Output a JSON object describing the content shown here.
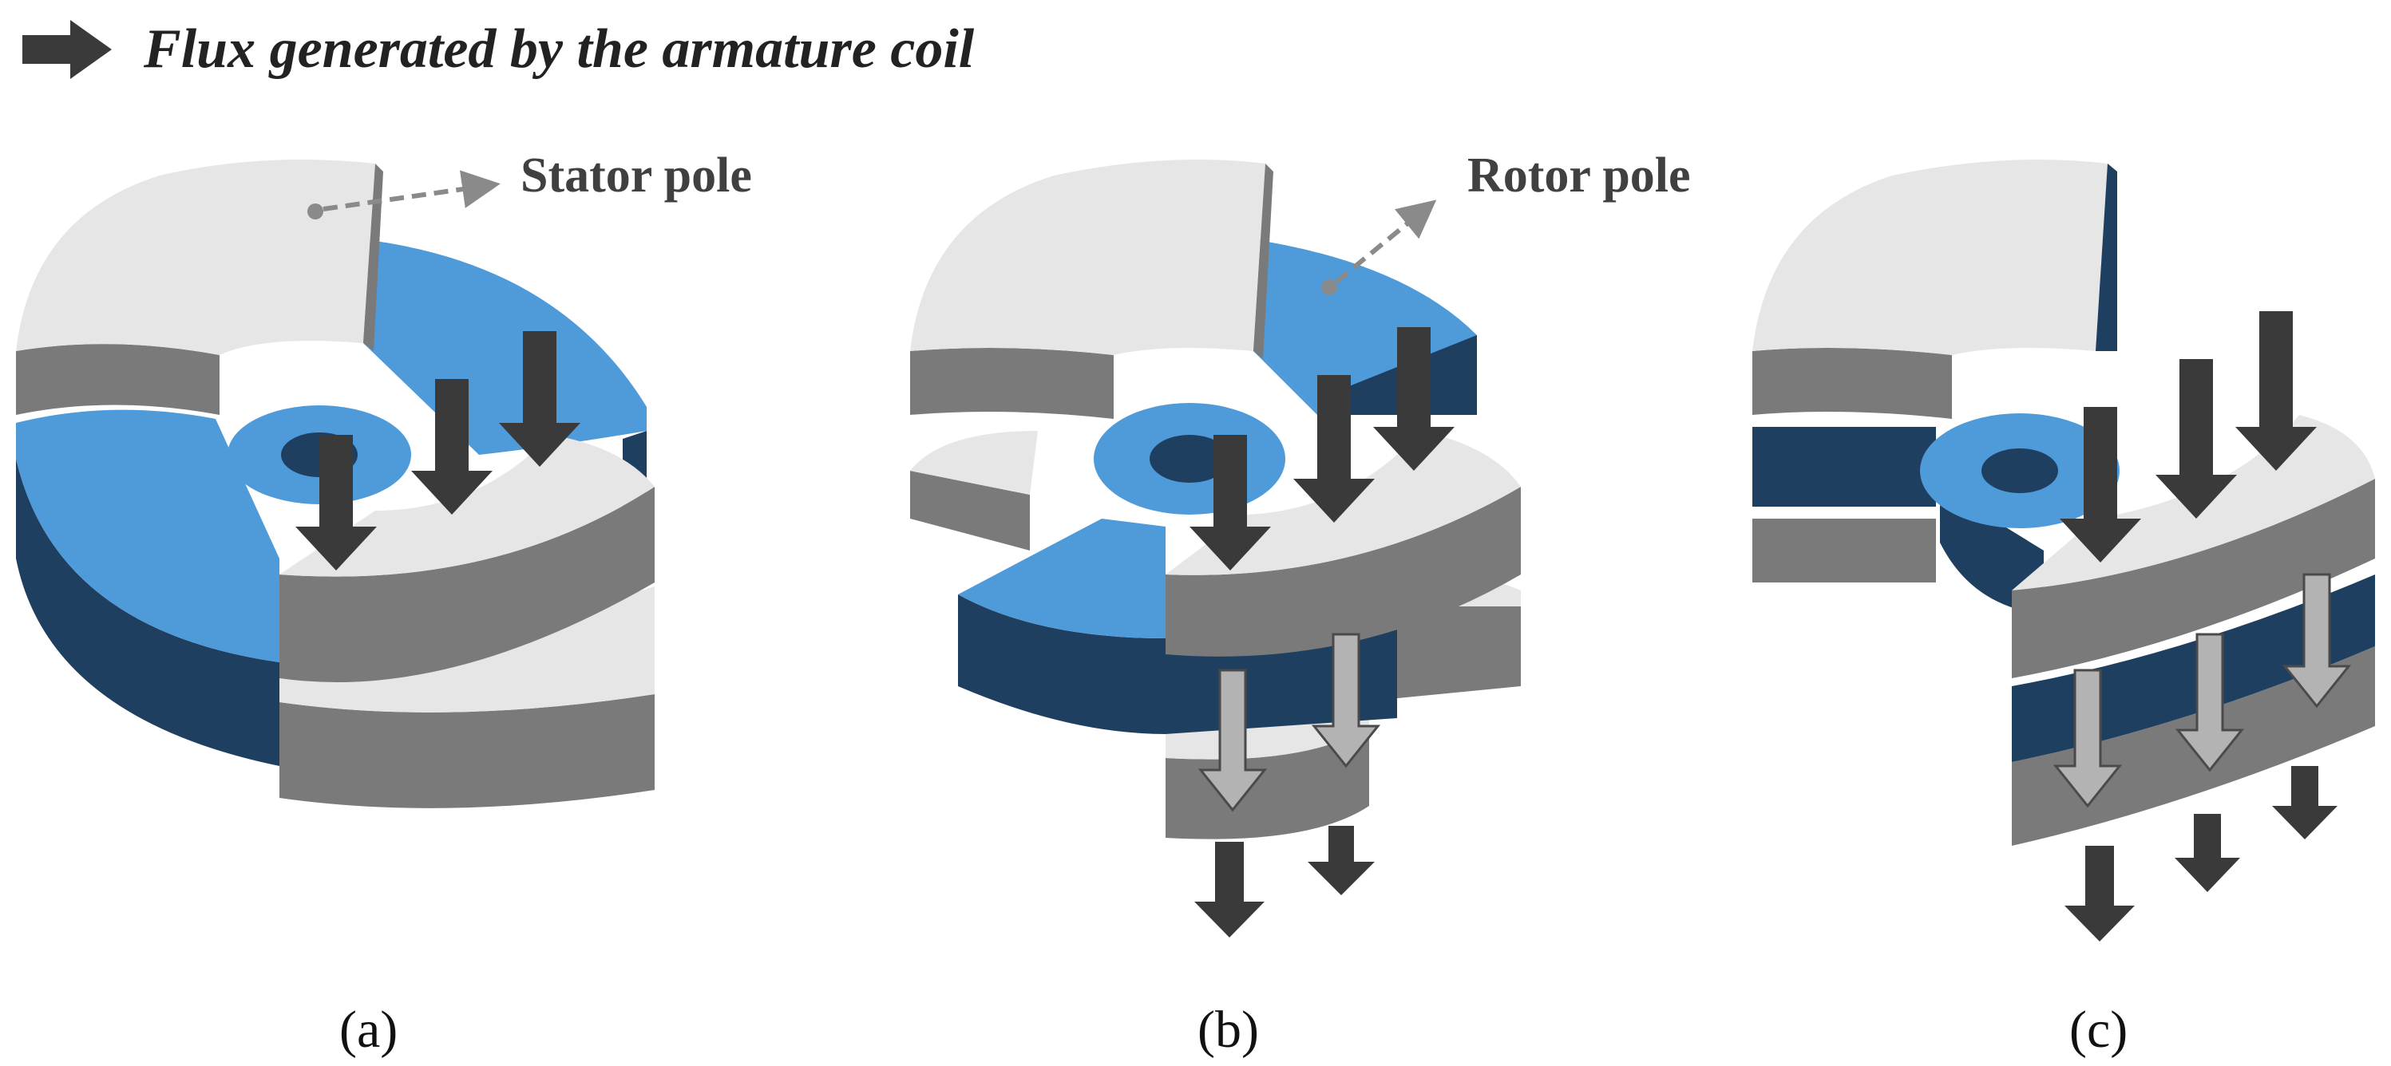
{
  "legend": {
    "label": "Flux generated by the armature coil",
    "arrow_icon": "dark-arrow-right-icon"
  },
  "callouts": {
    "stator_pole": "Stator pole",
    "rotor_pole": "Rotor pole"
  },
  "panels": [
    {
      "caption": "(a)"
    },
    {
      "caption": "(b)"
    },
    {
      "caption": "(c)"
    }
  ],
  "colors": {
    "stator_top": "#e6e6e6",
    "stator_side": "#7a7a7a",
    "rotor_top": "#4f9bda",
    "rotor_side": "#1f3f60",
    "armature_flux_arrow": "#3a3a3a",
    "secondary_flux_arrow": "#b3b3b3"
  }
}
